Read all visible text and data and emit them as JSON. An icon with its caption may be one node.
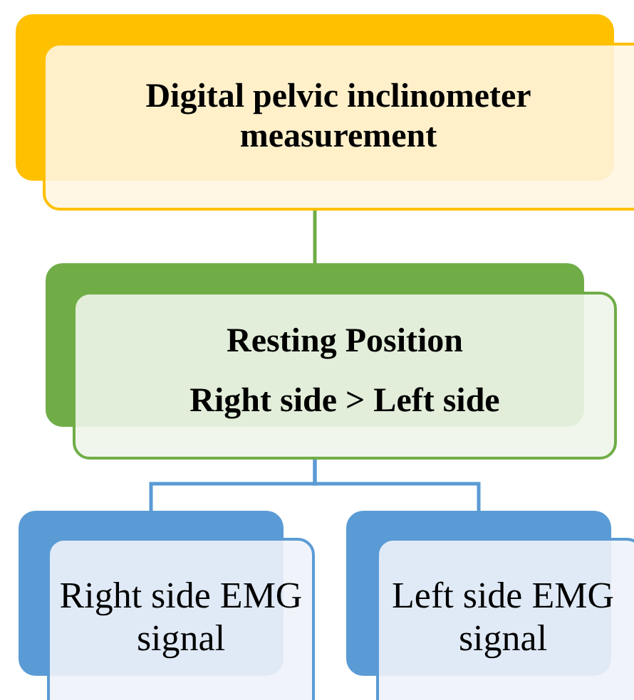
{
  "diagram": {
    "nodes": [
      {
        "text": [
          "Digital pelvic inclinometer measurement"
        ]
      },
      {
        "text": [
          "Resting Position",
          "Right side > Left side"
        ]
      },
      {
        "text": [
          "Right side EMG signal"
        ]
      },
      {
        "text": [
          "Left side EMG signal"
        ]
      }
    ],
    "edges": [
      {
        "from": 0,
        "to": 1,
        "arrow": "none",
        "color": "#70ad47"
      },
      {
        "from": 1,
        "to": 2,
        "arrow": "none"
      },
      {
        "from": 1,
        "to": 3,
        "arrow": "none"
      }
    ]
  }
}
